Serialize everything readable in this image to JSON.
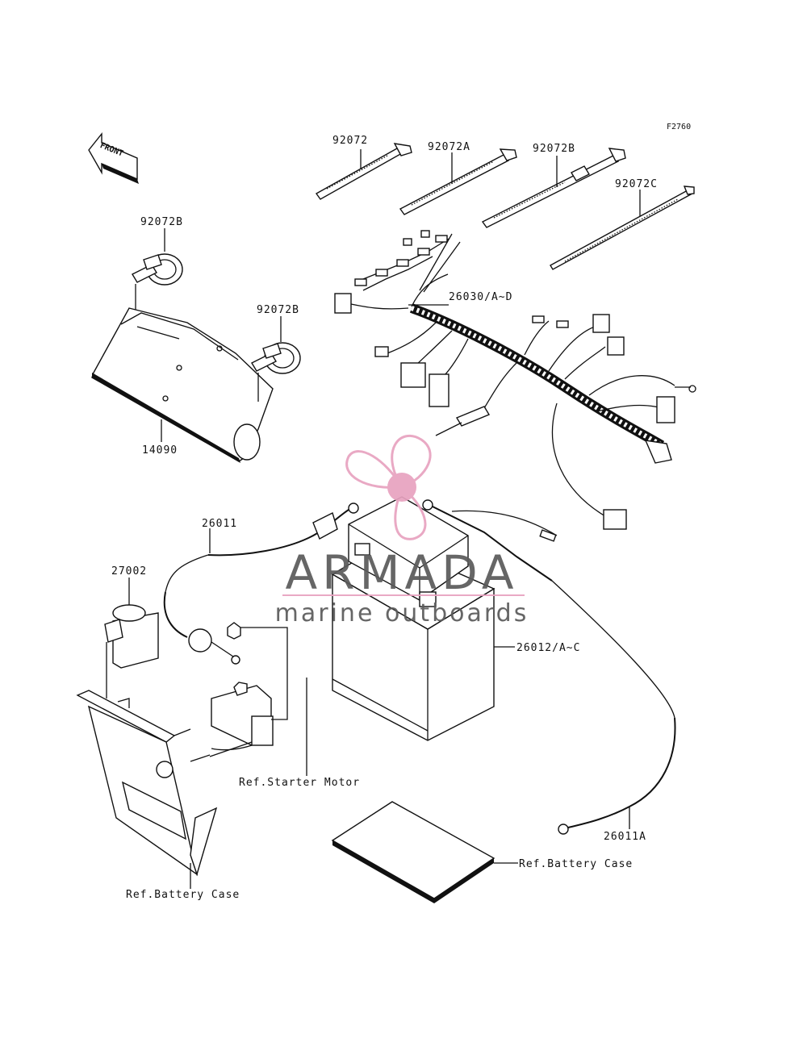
{
  "figure_code": "F2760",
  "front_arrow": {
    "text": "FRONT",
    "icon": "front-arrow-icon"
  },
  "labels": {
    "ty_92072": "92072",
    "ty_92072A": "92072A",
    "ty_92072B_top": "92072B",
    "ty_92072C": "92072C",
    "clamp_92072B_left": "92072B",
    "clamp_92072B_right": "92072B",
    "cover_14090": "14090",
    "harness_26030": "26030/A~D",
    "cable_26011": "26011",
    "relay_27002": "27002",
    "battery_26012": "26012/A~C",
    "ref_starter_motor": "Ref.Starter Motor",
    "cable_26011A": "26011A",
    "ref_battery_case_right": "Ref.Battery Case",
    "ref_battery_case_left": "Ref.Battery Case"
  },
  "watermark": {
    "brand": "ARMADA",
    "tagline": "marine outboards",
    "colors": {
      "accent": "#e8a2c0",
      "text": "#5a5a5a"
    }
  }
}
